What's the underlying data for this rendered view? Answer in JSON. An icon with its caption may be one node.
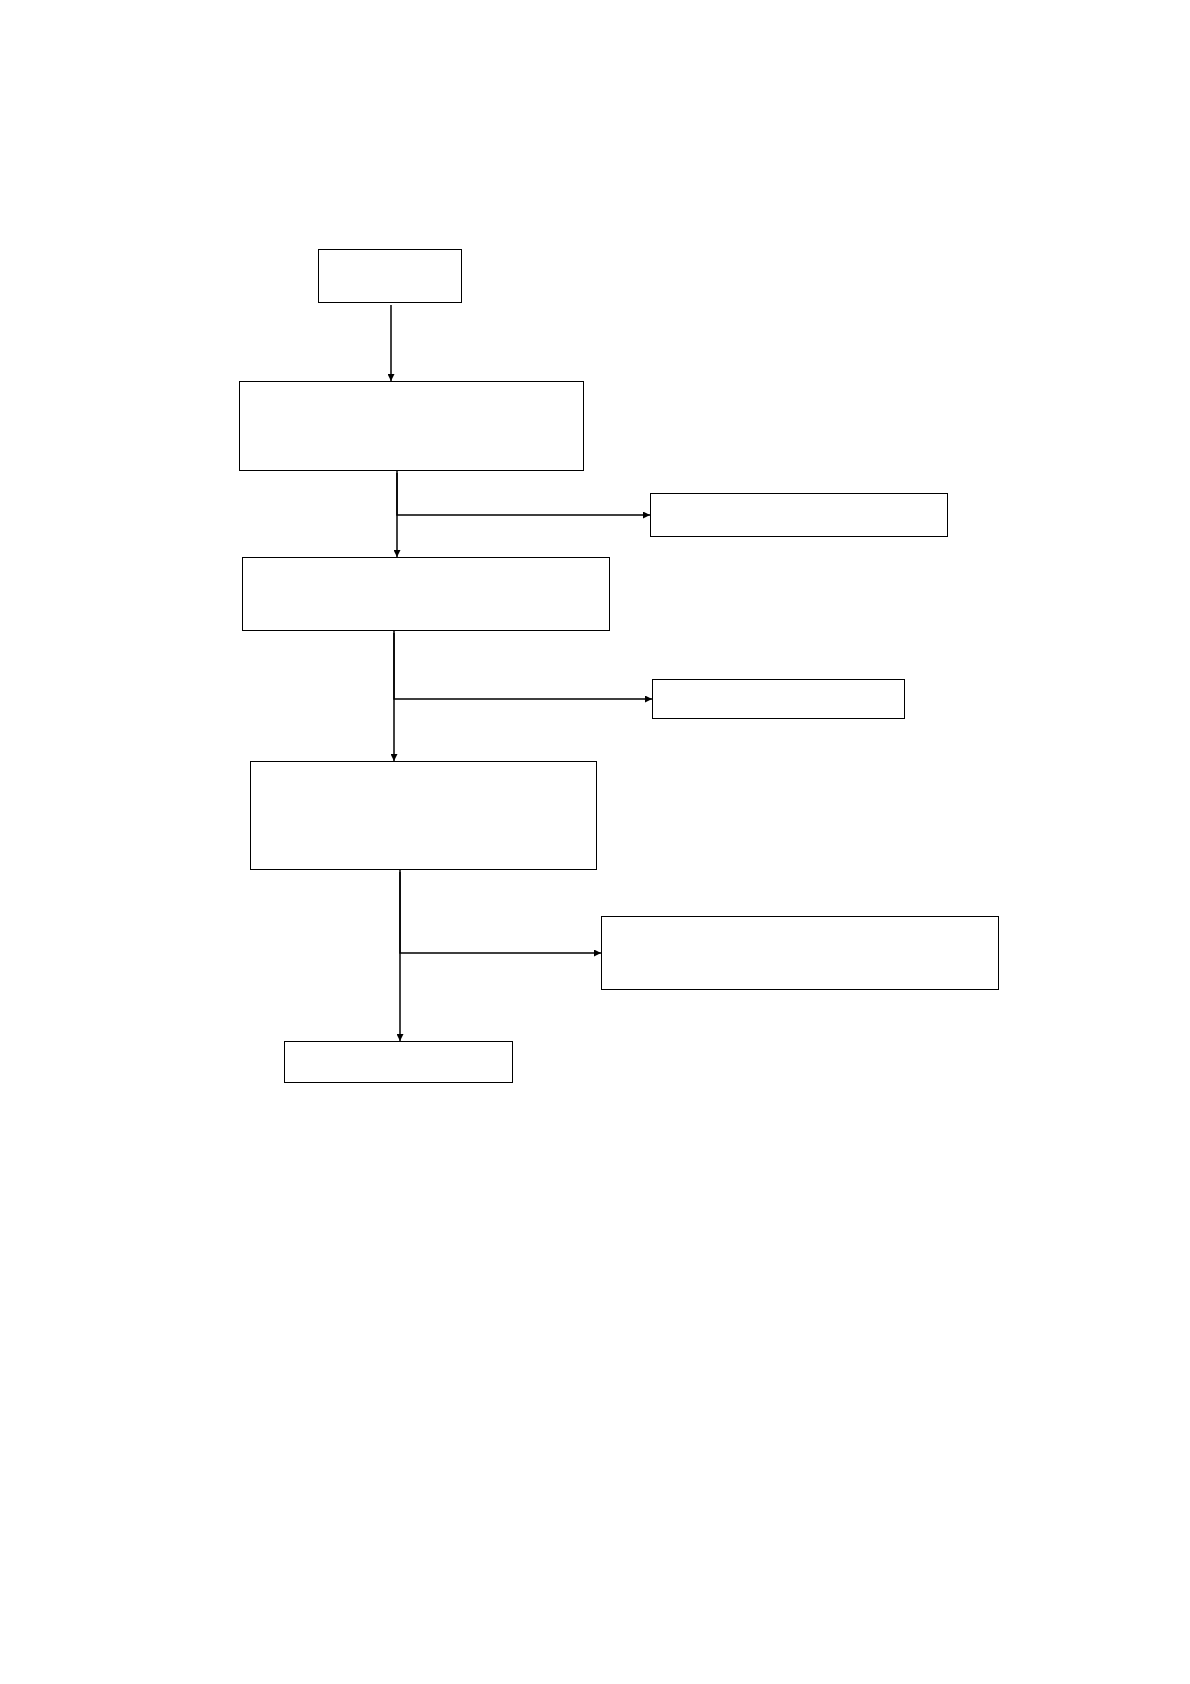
{
  "diagram": {
    "nodes": [
      {
        "text": [],
        "shape": "box"
      },
      {
        "text": [],
        "shape": "box"
      },
      {
        "text": [],
        "shape": "box"
      },
      {
        "text": [],
        "shape": "box"
      },
      {
        "text": [],
        "shape": "box"
      },
      {
        "text": [],
        "shape": "box"
      },
      {
        "text": [],
        "shape": "box"
      },
      {
        "text": [],
        "shape": "box"
      }
    ],
    "edges": [
      {
        "from": 0,
        "to": 1,
        "arrow": "to"
      },
      {
        "from": 1,
        "to": 2,
        "arrow": "to"
      },
      {
        "from": 1,
        "to": 3,
        "arrow": "to"
      },
      {
        "from": 3,
        "to": 4,
        "arrow": "to"
      },
      {
        "from": 3,
        "to": 5,
        "arrow": "to"
      },
      {
        "from": 5,
        "to": 6,
        "arrow": "to"
      },
      {
        "from": 5,
        "to": 7,
        "arrow": "to"
      }
    ]
  }
}
